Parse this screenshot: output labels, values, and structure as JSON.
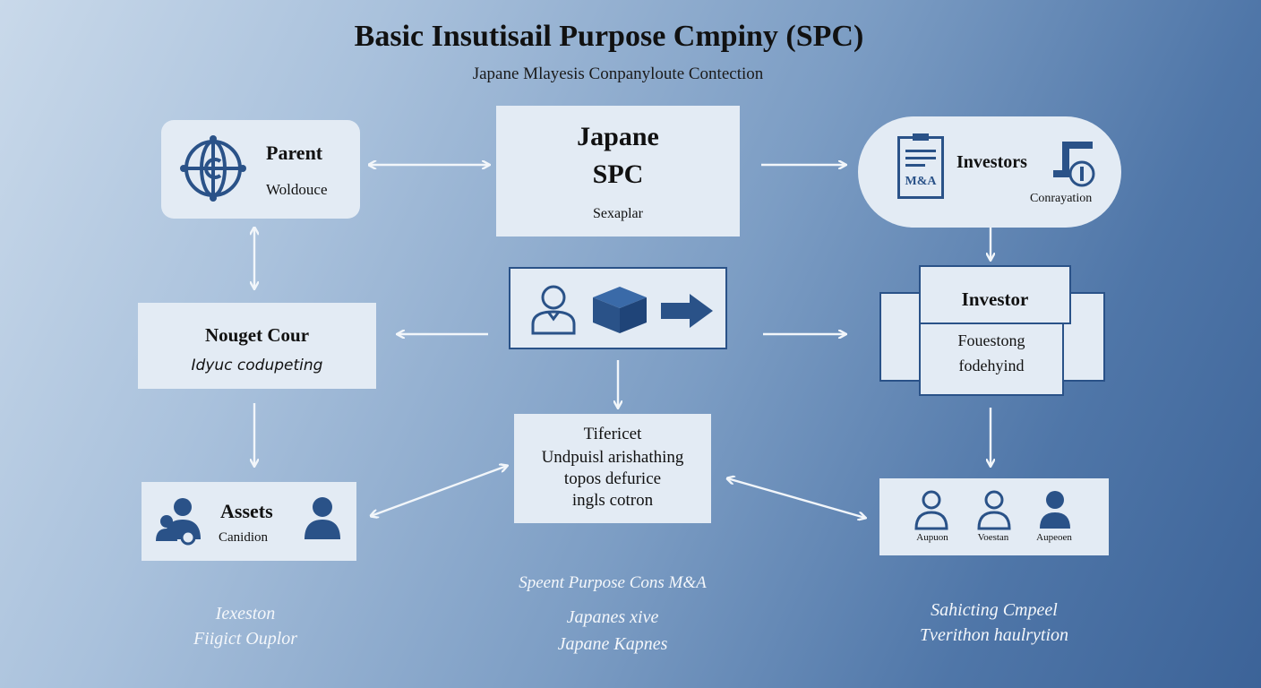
{
  "header": {
    "title": "Basic Insutisail Purpose Cmpiny (SPC)",
    "subtitle": "Japane Mlayesis Conpanyloute Contection"
  },
  "parent": {
    "title": "Parent",
    "sub": "Woldouce"
  },
  "spc": {
    "line1": "Japane",
    "line2": "SPC",
    "sub": "Sexaplar"
  },
  "investors_top": {
    "title": "Investors",
    "ma_label": "M&A",
    "sub": "Conrayation"
  },
  "nouget": {
    "title": "Nouget Cour",
    "sub": "Idyuc codupeting"
  },
  "investor_mid": {
    "title": "Investor",
    "line1": "Fouestong",
    "line2": "fodehyind"
  },
  "assets": {
    "title": "Assets",
    "sub": "Canidion"
  },
  "center_bottom": {
    "line1": "Tifericet",
    "line2": "Undpuisl arishathing",
    "line3": "topos defurice",
    "line4": "ingls cotron"
  },
  "people_box": {
    "labels": [
      "Aupuon",
      "Voestan",
      "Aupeoen"
    ]
  },
  "captions": {
    "left_1": "Iexeston",
    "left_2": "Fiigict Ouplor",
    "center_1": "Speent Purpose Cons M&A",
    "center_2": "Japanes xive",
    "center_3": "Japane Kapnes",
    "right_1": "Sahicting Cmpeel",
    "right_2": "Tverithon haulrytion"
  },
  "colors": {
    "box_bg": "#e3ebf4",
    "icon_blue": "#2a5288",
    "arrow": "#f2f6fa"
  }
}
